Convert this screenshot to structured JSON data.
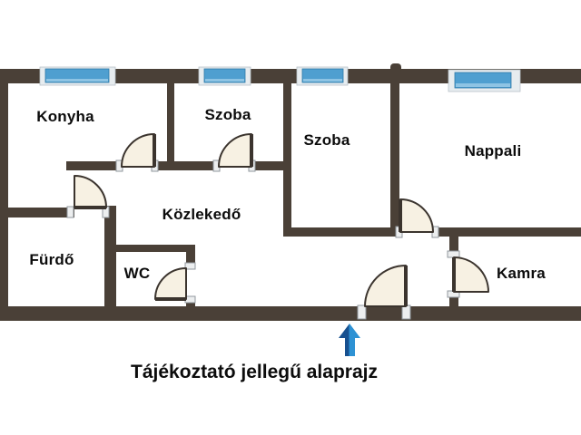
{
  "floorplan": {
    "rooms": [
      {
        "label": "Konyha"
      },
      {
        "label": "Szoba"
      },
      {
        "label": "Szoba"
      },
      {
        "label": "Nappali"
      },
      {
        "label": "Közlekedő"
      },
      {
        "label": "Fürdő"
      },
      {
        "label": "WC"
      },
      {
        "label": "Kamra"
      }
    ],
    "caption": "Tájékoztató jellegű alaprajz",
    "entrance_marker_icon": "up-arrow-icon"
  },
  "colors": {
    "background": "#ffffff",
    "wall": "#4a4037",
    "window_glass": "#4f9fd0",
    "window_glass_light": "#8ec4e4",
    "window_frame": "#e7ecef",
    "door_fill": "#f7f1e3",
    "door_stroke": "#3b342e",
    "bracket_fill": "#eceeef",
    "bracket_stroke": "#90979c",
    "arrow_dark": "#17508f",
    "arrow_light": "#2e92d4",
    "label_color": "#0c0c0c"
  }
}
